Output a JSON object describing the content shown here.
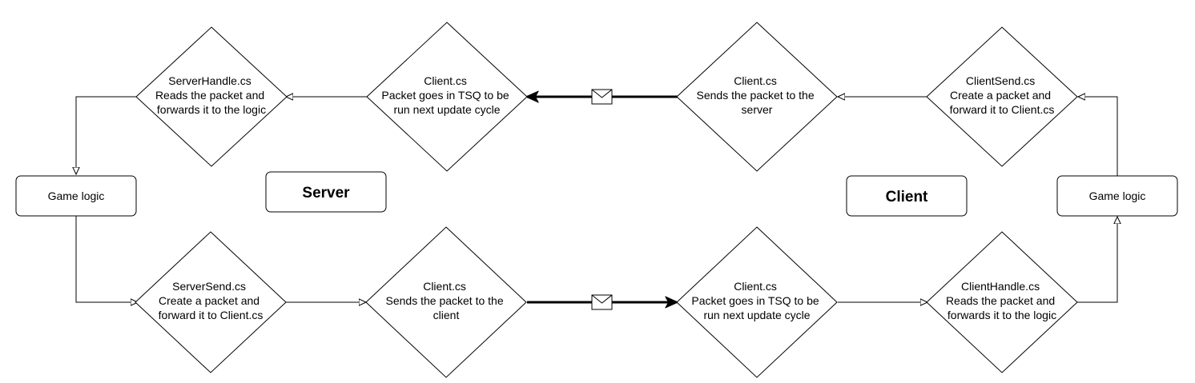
{
  "nodes": {
    "server_handle": {
      "lines": [
        "ServerHandle.cs",
        "Reads the packet and",
        "forwards it to the logic"
      ]
    },
    "server_client_receive": {
      "lines": [
        "Client.cs",
        "Packet goes in TSQ to be",
        "run next update cycle"
      ]
    },
    "client_send_to_server": {
      "lines": [
        "Client.cs",
        "Sends the packet to the",
        "server"
      ]
    },
    "client_send": {
      "lines": [
        "ClientSend.cs",
        "Create a packet and",
        "forward it to Client.cs"
      ]
    },
    "server_game_logic": {
      "label": "Game logic"
    },
    "server_label": {
      "label": "Server"
    },
    "client_label": {
      "label": "Client"
    },
    "client_game_logic": {
      "label": "Game logic"
    },
    "server_send": {
      "lines": [
        "ServerSend.cs",
        "Create a packet and",
        "forward it to Client.cs"
      ]
    },
    "server_client_send": {
      "lines": [
        "Client.cs",
        "Sends the packet to the",
        "client"
      ]
    },
    "client_client_receive": {
      "lines": [
        "Client.cs",
        "Packet goes in TSQ to be",
        "run next update cycle"
      ]
    },
    "client_handle": {
      "lines": [
        "ClientHandle.cs",
        "Reads the packet and",
        "forwards it to the logic"
      ]
    }
  },
  "icons": {
    "message": "envelope-icon"
  },
  "colors": {
    "stroke": "#000000",
    "fill": "#ffffff"
  }
}
